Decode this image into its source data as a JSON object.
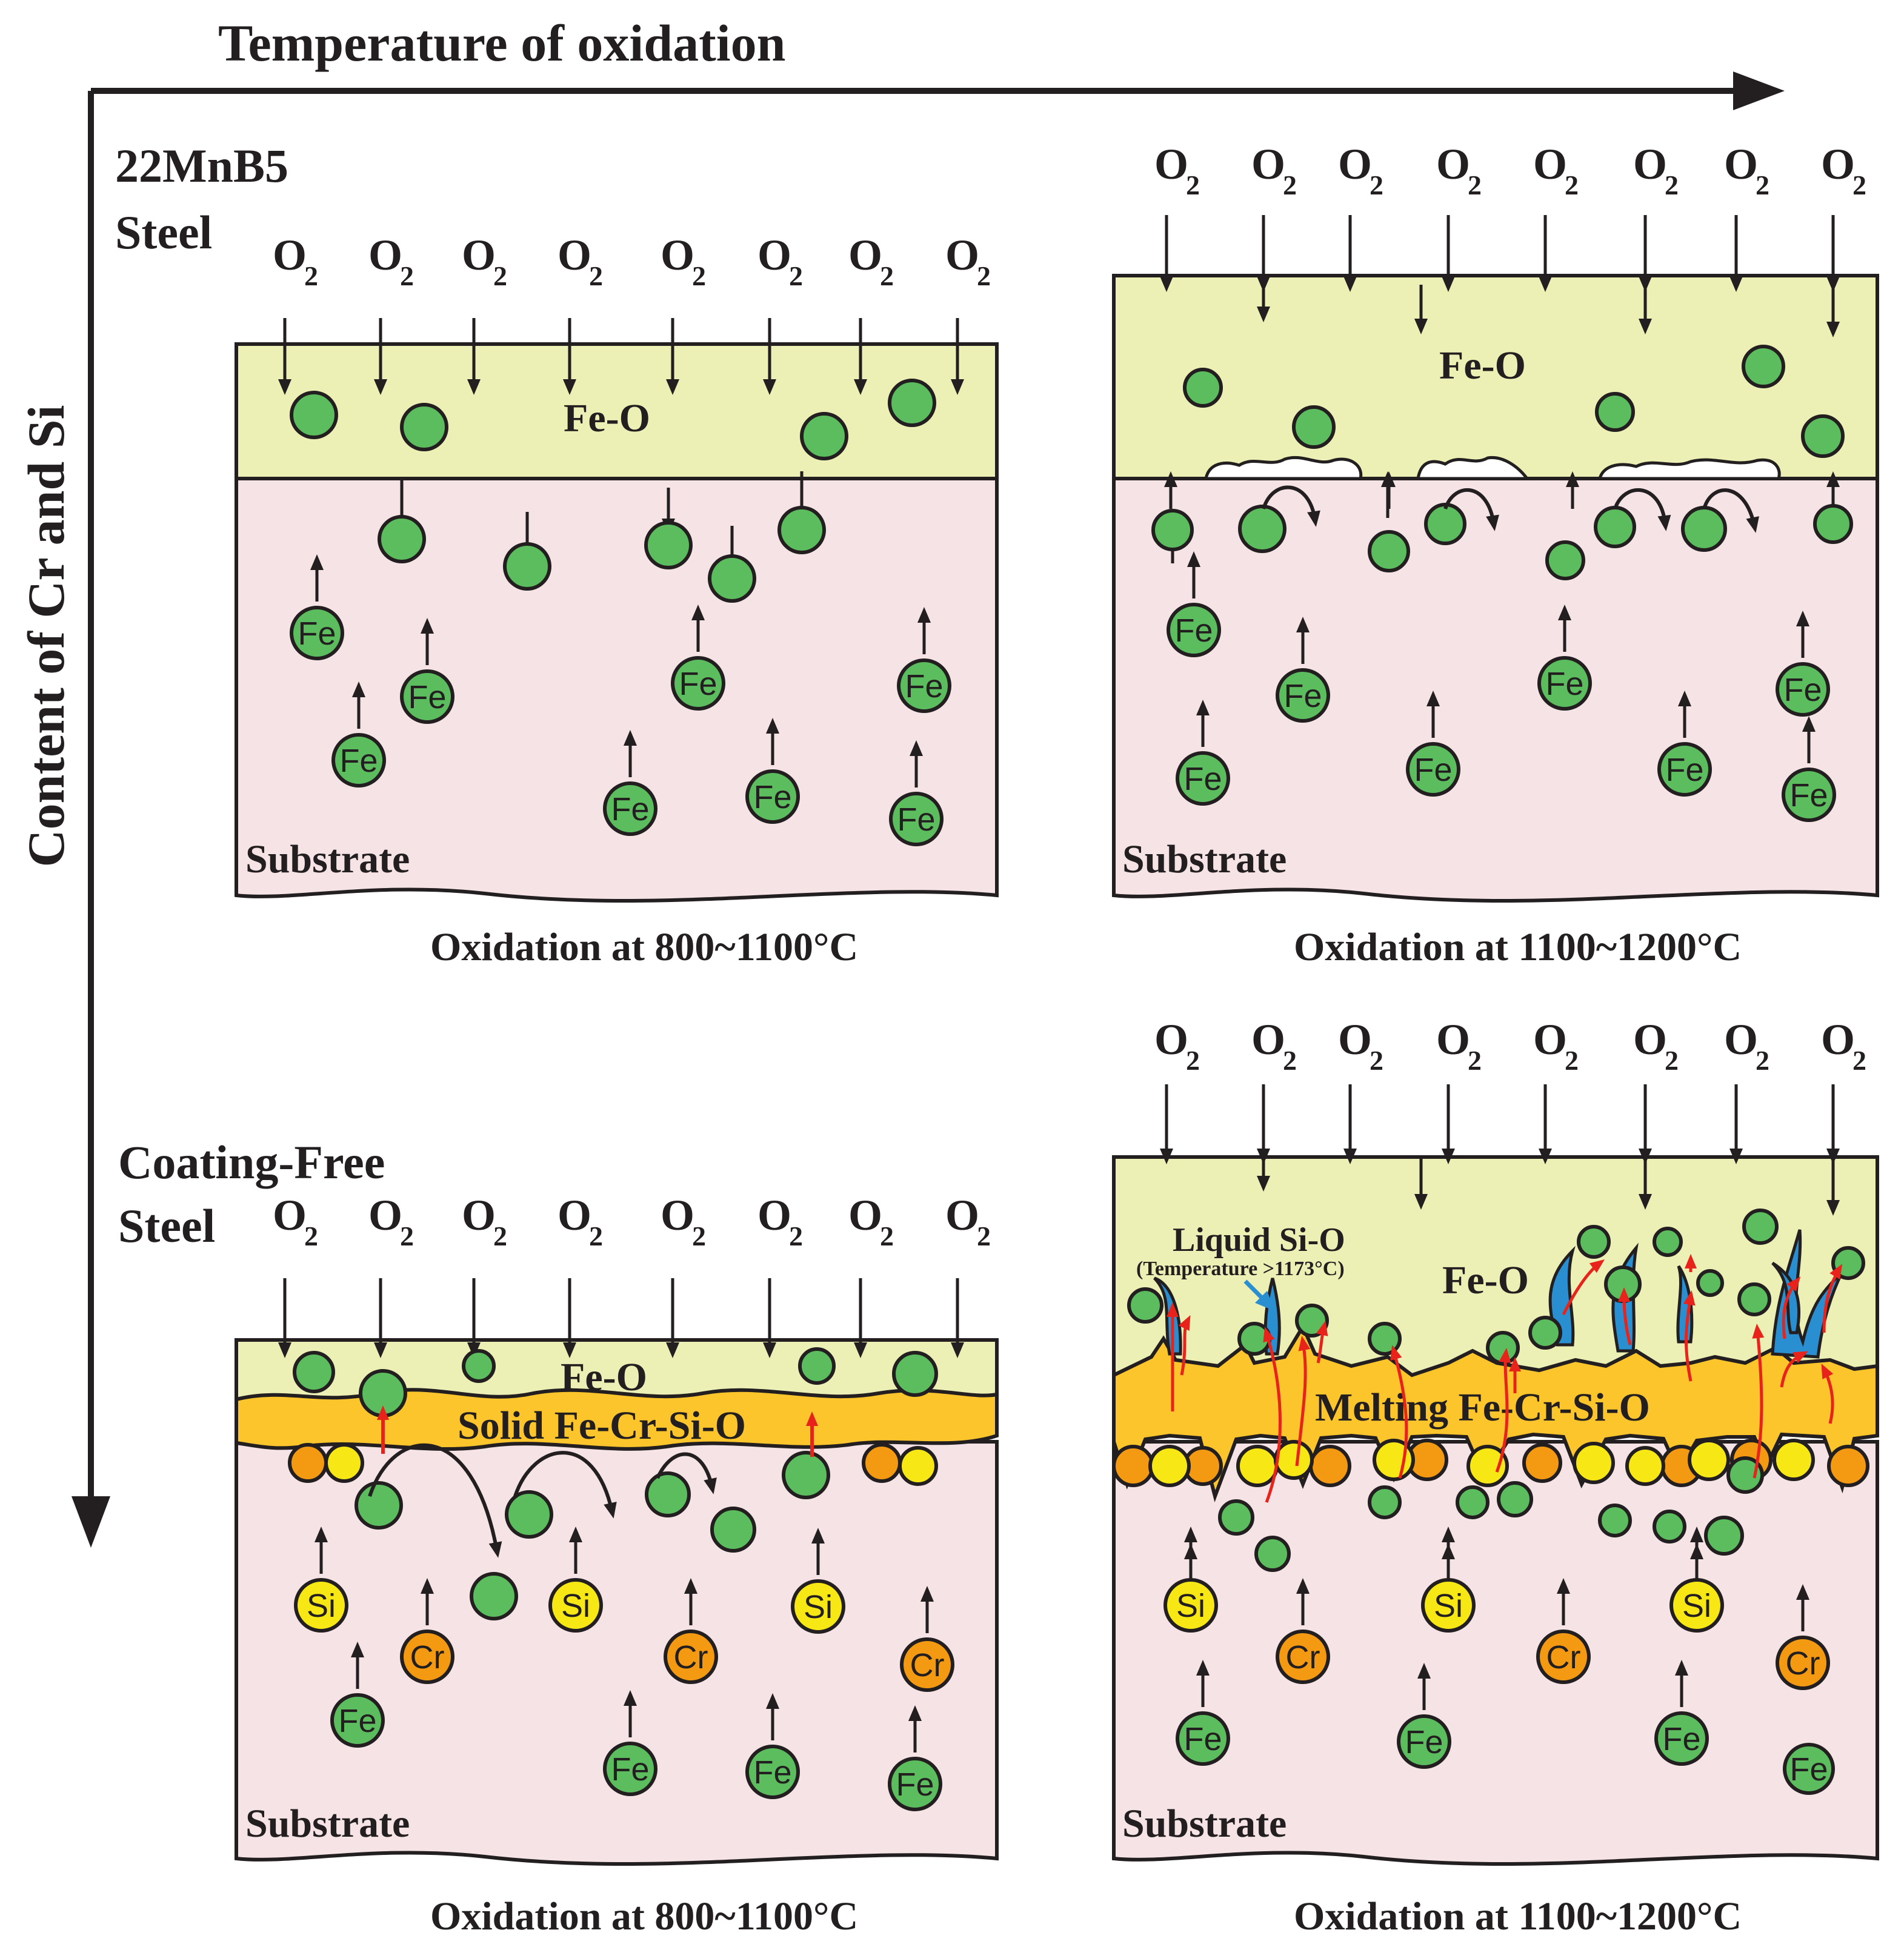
{
  "axes": {
    "x_label": "Temperature of oxidation",
    "y_label": "Content of Cr and Si"
  },
  "rows": [
    {
      "label_line1": "22MnB5",
      "label_line2": "Steel"
    },
    {
      "label_line1": "Coating-Free",
      "label_line2": "Steel"
    }
  ],
  "panels": {
    "tl": {
      "caption": "Oxidation at 800~1100°C",
      "oxide": "Fe-O",
      "substrate": "Substrate"
    },
    "tr": {
      "caption": "Oxidation at 1100~1200°C",
      "oxide": "Fe-O",
      "substrate": "Substrate"
    },
    "bl": {
      "caption": "Oxidation at 800~1100°C",
      "oxide": "Fe-O",
      "inner_layer": "Solid Fe-Cr-Si-O",
      "substrate": "Substrate"
    },
    "br": {
      "caption": "Oxidation at 1100~1200°C",
      "oxide": "Fe-O",
      "inner_layer": "Melting Fe-Cr-Si-O",
      "liquid_label": "Liquid Si-O",
      "liquid_note": "(Temperature >1173°C)",
      "substrate": "Substrate"
    }
  },
  "species": {
    "oxygen": "O",
    "oxygen_subscript": "2",
    "iron": "Fe",
    "silicon": "Si",
    "chromium": "Cr"
  },
  "colors": {
    "oxide_layer": "#ecf0b4",
    "substrate": "#f5e3e6",
    "inner_oxide": "#fcc52b",
    "fe_atom": "#5bbd5d",
    "si_atom": "#f7e714",
    "cr_atom": "#f39a12",
    "liquid_sio": "#2a8fd0",
    "diffusion_arrow": "#e8231c"
  }
}
